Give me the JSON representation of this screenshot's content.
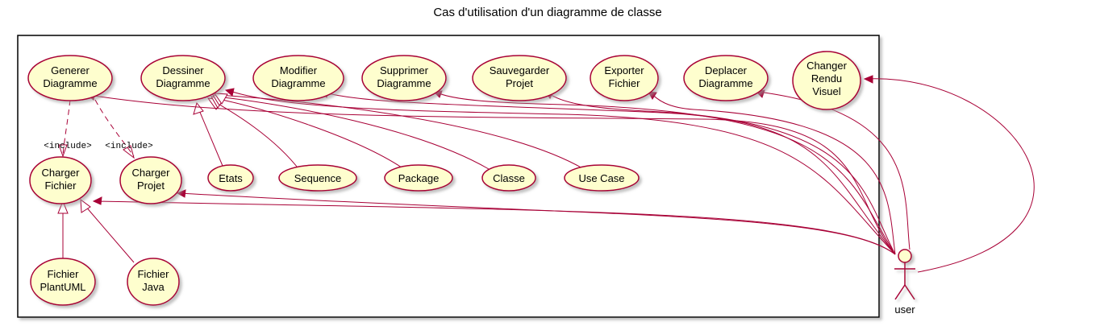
{
  "title": "Cas d'utilisation d'un diagramme de classe",
  "actor": {
    "label": "user"
  },
  "use_cases": {
    "generer": [
      "Generer",
      "Diagramme"
    ],
    "dessiner": [
      "Dessiner",
      "Diagramme"
    ],
    "modifier": [
      "Modifier",
      "Diagramme"
    ],
    "supprimer": [
      "Supprimer",
      "Diagramme"
    ],
    "sauvegarder": [
      "Sauvegarder",
      "Projet"
    ],
    "exporter": [
      "Exporter",
      "Fichier"
    ],
    "deplacer": [
      "Deplacer",
      "Diagramme"
    ],
    "changer": [
      "Changer",
      "Rendu",
      "Visuel"
    ],
    "charger_fichier": [
      "Charger",
      "Fichier"
    ],
    "charger_projet": [
      "Charger",
      "Projet"
    ],
    "etats": [
      "Etats"
    ],
    "sequence": [
      "Sequence"
    ],
    "package": [
      "Package"
    ],
    "classe": [
      "Classe"
    ],
    "usecase": [
      "Use Case"
    ],
    "fichier_plantuml": [
      "Fichier",
      "PlantUML"
    ],
    "fichier_java": [
      "Fichier",
      "Java"
    ]
  },
  "stereotypes": {
    "include1": "<include>",
    "include2": "<include>"
  },
  "colors": {
    "line": "#A80036",
    "fill": "#FEFECE",
    "shadow": "#999999"
  }
}
